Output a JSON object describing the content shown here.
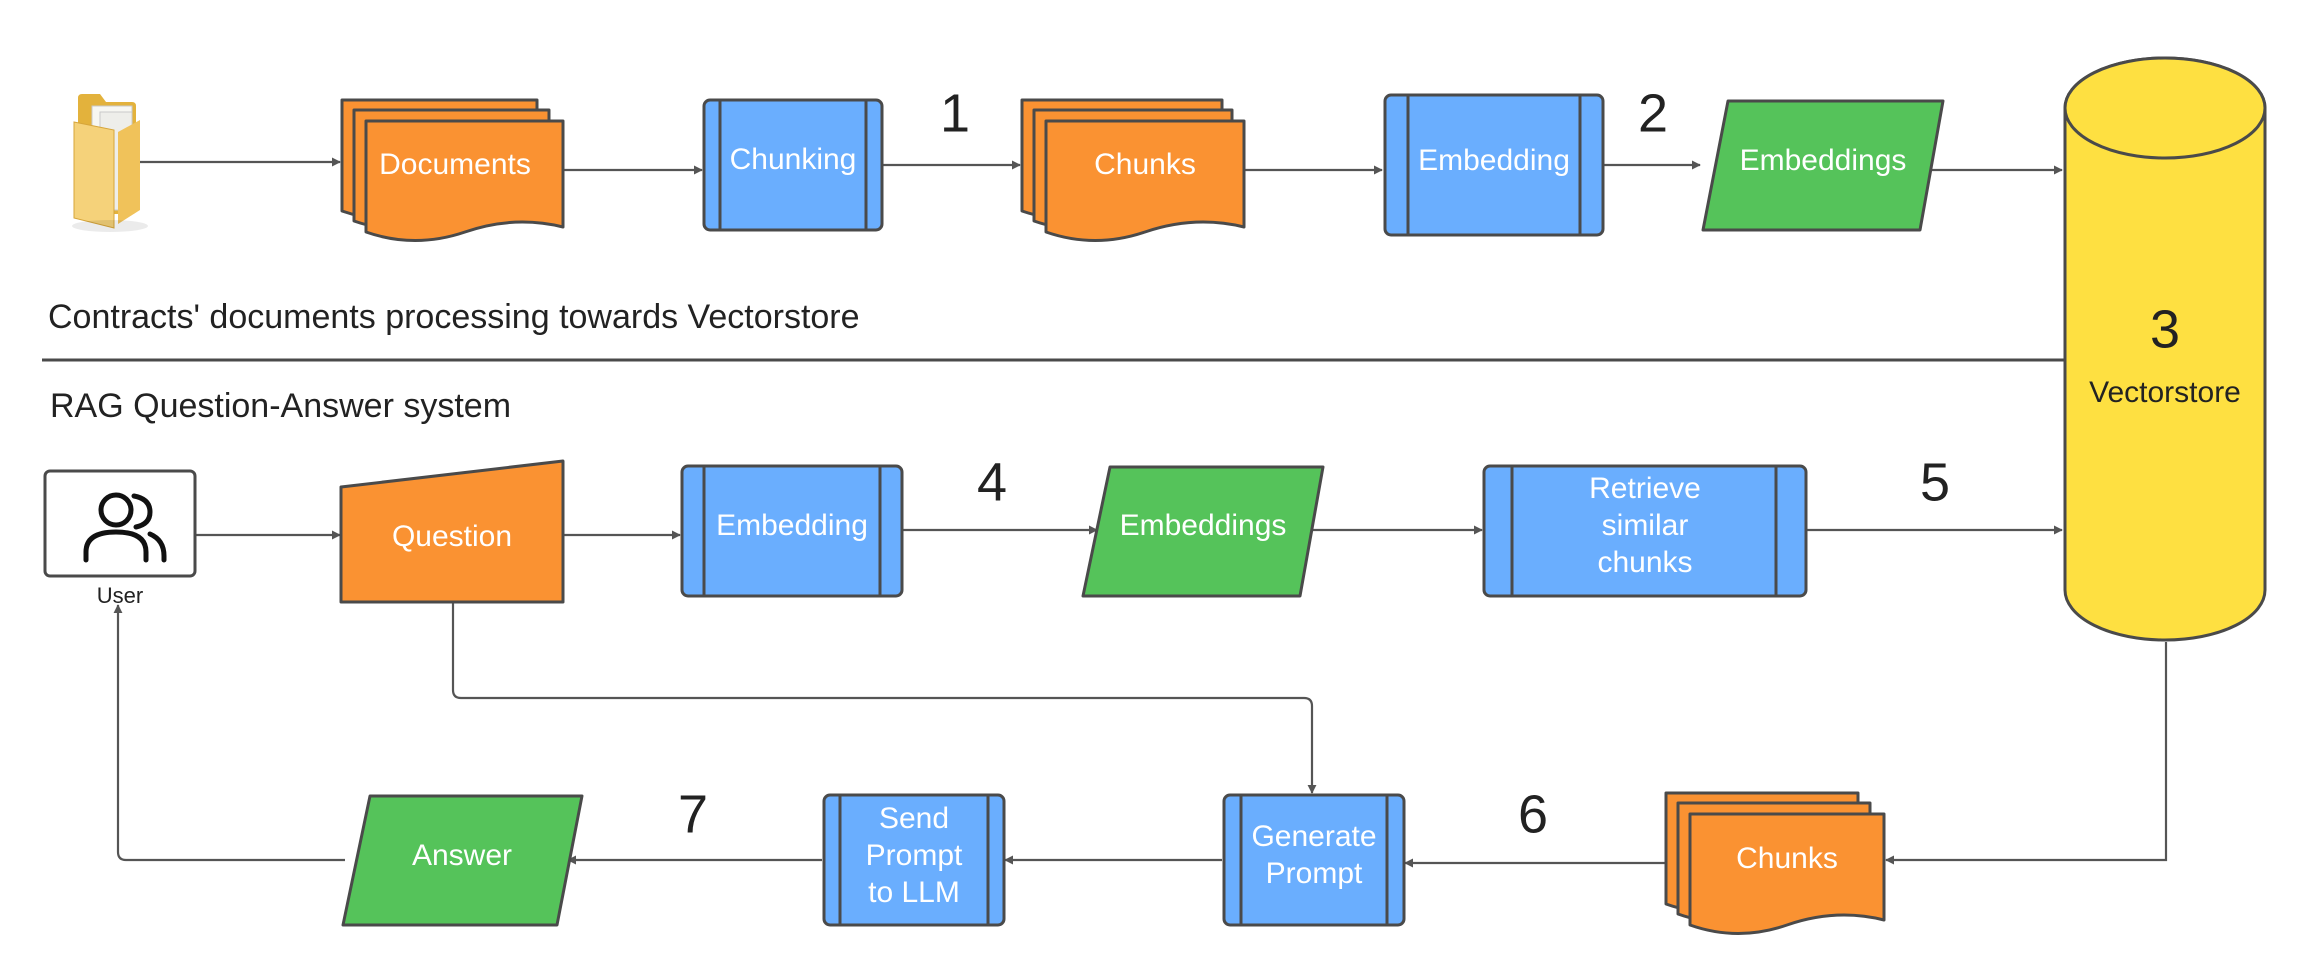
{
  "colors": {
    "process": "#6aaefe",
    "data": "#fa9232",
    "io": "#55c35a",
    "store": "#fee041",
    "edge": "#555555",
    "text_light": "#ffffff",
    "text_dark": "#222222"
  },
  "sections": {
    "ingestion": "Contracts' documents processing towards Vectorstore",
    "rag": "RAG Question-Answer system"
  },
  "nodes": {
    "folder": {
      "icon": "folder-icon"
    },
    "documents": {
      "label": "Documents"
    },
    "chunking": {
      "label": "Chunking"
    },
    "chunks_top": {
      "label": "Chunks"
    },
    "embedding_top": {
      "label": "Embedding"
    },
    "embeddings_top": {
      "label": "Embeddings"
    },
    "vectorstore": {
      "number": "3",
      "label": "Vectorstore"
    },
    "user": {
      "label": "User",
      "icon": "users-icon"
    },
    "question": {
      "label": "Question"
    },
    "embedding_bottom": {
      "label": "Embedding"
    },
    "embeddings_bottom": {
      "label": "Embeddings"
    },
    "retrieve": {
      "lines": [
        "Retrieve",
        "similar",
        "chunks"
      ]
    },
    "chunks_bottom": {
      "label": "Chunks"
    },
    "generate": {
      "lines": [
        "Generate",
        "Prompt"
      ]
    },
    "send": {
      "lines": [
        "Send",
        "Prompt",
        "to LLM"
      ]
    },
    "answer": {
      "label": "Answer"
    }
  },
  "steps": {
    "s1": "1",
    "s2": "2",
    "s4": "4",
    "s5": "5",
    "s6": "6",
    "s7": "7"
  }
}
